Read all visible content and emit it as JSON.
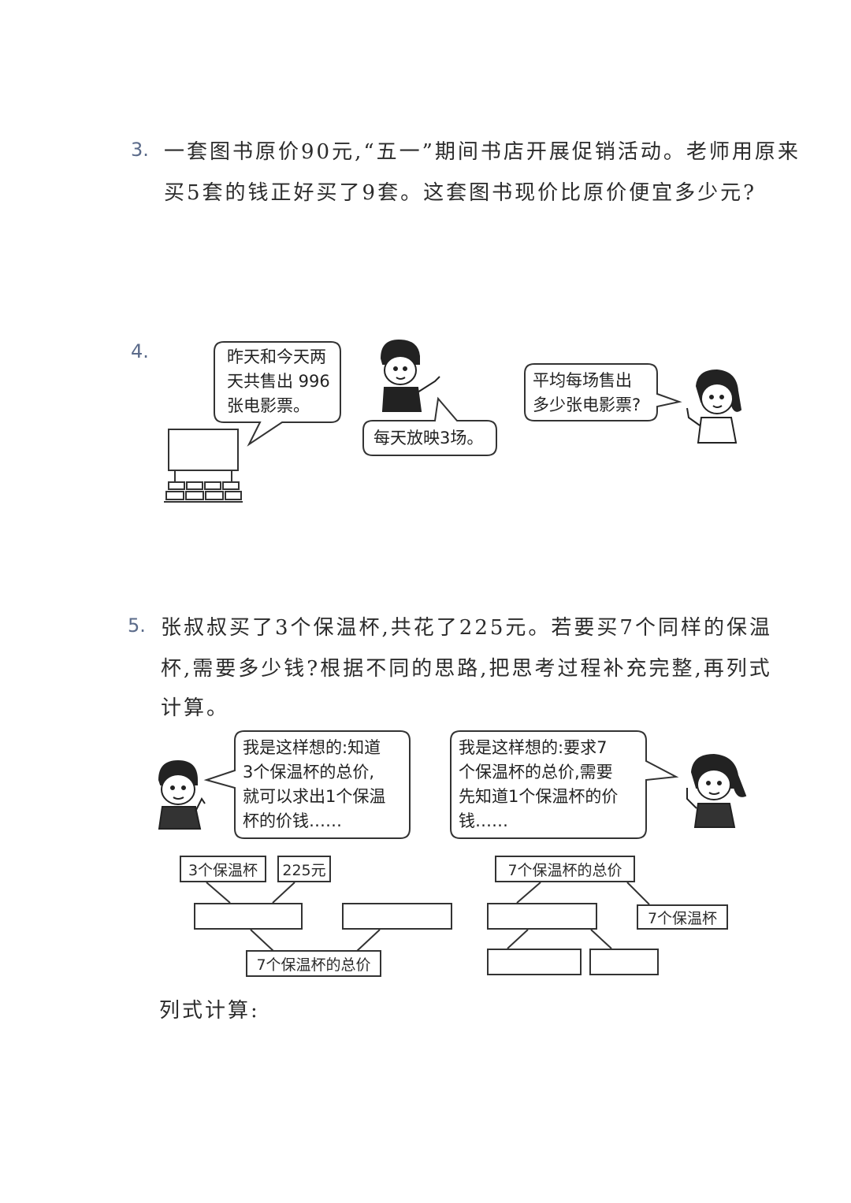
{
  "q3": {
    "number": "3.",
    "line1": "一套图书原价90元,“五一”期间书店开展促销活动。老师用原来",
    "line2": "买5套的钱正好买了9套。这套图书现价比原价便宜多少元?"
  },
  "q4": {
    "number": "4.",
    "bubble_cinema": [
      "昨天和今天两",
      "天共售出 996",
      "张电影票。"
    ],
    "bubble_boy": "每天放映3场。",
    "bubble_girl": [
      "平均每场售出",
      "多少张电影票?"
    ]
  },
  "q5": {
    "number": "5.",
    "line1": "张叔叔买了3个保温杯,共花了225元。若要买7个同样的保温",
    "line2": "杯,需要多少钱?根据不同的思路,把思考过程补充完整,再列式",
    "line3": "计算。",
    "bubble_boy": [
      "我是这样想的:知道",
      "3个保温杯的总价,",
      "就可以求出1个保温",
      "杯的价钱……"
    ],
    "bubble_girl": [
      "我是这样想的:要求7",
      "个保温杯的总价,需要",
      "先知道1个保温杯的价",
      "钱……"
    ],
    "tree_left": {
      "box_count": "3个保温杯",
      "box_price": "225元",
      "box_result": "7个保温杯的总价"
    },
    "tree_right": {
      "box_top": "7个保温杯的总价",
      "box_side": "7个保温杯"
    },
    "calc_label": "列式计算:"
  }
}
